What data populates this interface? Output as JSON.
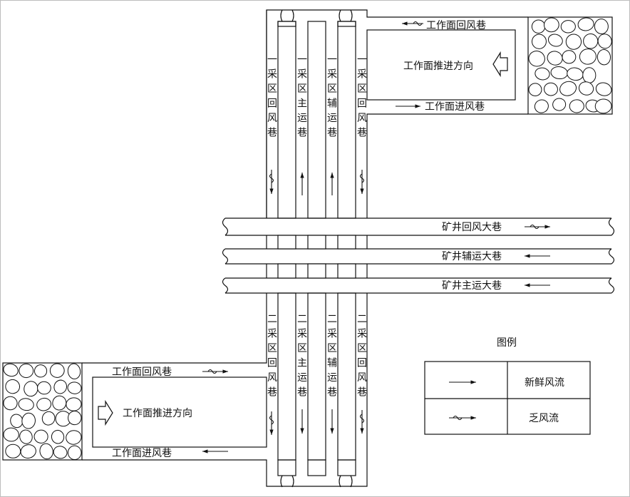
{
  "roadways": {
    "upper_working_face": {
      "return_airway": "工作面回风巷",
      "intake_airway": "工作面进风巷",
      "advance_direction": "工作面推进方向"
    },
    "lower_working_face": {
      "return_airway": "工作面回风巷",
      "intake_airway": "工作面进风巷",
      "advance_direction": "工作面推进方向"
    },
    "district_one": [
      {
        "text": "一采区回风巷"
      },
      {
        "text": "一采区主运巷"
      },
      {
        "text": "一采区辅运巷"
      },
      {
        "text": "一采区回风巷"
      }
    ],
    "district_two": [
      {
        "text": "二采区回风巷"
      },
      {
        "text": "二采区主运巷"
      },
      {
        "text": "二采区辅运巷"
      },
      {
        "text": "二采区回风巷"
      }
    ],
    "main_return": "矿井回风大巷",
    "main_auxiliary": "矿井辅运大巷",
    "main_haulage": "矿井主运大巷"
  },
  "legend": {
    "title": "图例",
    "items": [
      {
        "label": "新鲜风流",
        "symbol": "fresh-air-arrow"
      },
      {
        "label": "乏风流",
        "symbol": "exhaust-air-arrow"
      }
    ]
  },
  "colors": {
    "line": "#111111",
    "rock_fill": "#ffffff",
    "background": "#ffffff"
  }
}
